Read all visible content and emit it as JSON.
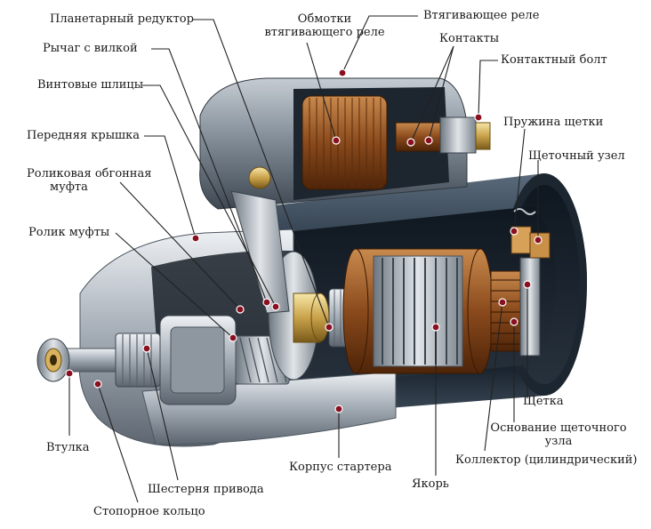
{
  "labels": {
    "planetary_gear": "Планетарный редуктор",
    "lever_fork": "Рычаг с вилкой",
    "helical_splines": "Винтовые шлицы",
    "front_cover": "Передняя крышка",
    "roller_clutch_l1": "Роликовая обгонная",
    "roller_clutch_l2": "муфта",
    "clutch_roller": "Ролик муфты",
    "bushing": "Втулка",
    "drive_gear": "Шестерня привода",
    "retaining_ring": "Стопорное кольцо",
    "solenoid_windings_l1": "Обмотки",
    "solenoid_windings_l2": "втягивающего реле",
    "solenoid_relay": "Втягивающее реле",
    "contacts": "Контакты",
    "contact_bolt": "Контактный болт",
    "brush_spring": "Пружина щетки",
    "brush_assembly": "Щеточный узел",
    "brush": "Щетка",
    "brush_base_l1": "Основание щеточного",
    "brush_base_l2": "узла",
    "commutator": "Коллектор (цилиндрический)",
    "armature": "Якорь",
    "starter_housing": "Корпус стартера"
  },
  "colors": {
    "leader_line": "#222222",
    "marker_fill": "#8a1020",
    "marker_ring": "#ffffff"
  }
}
